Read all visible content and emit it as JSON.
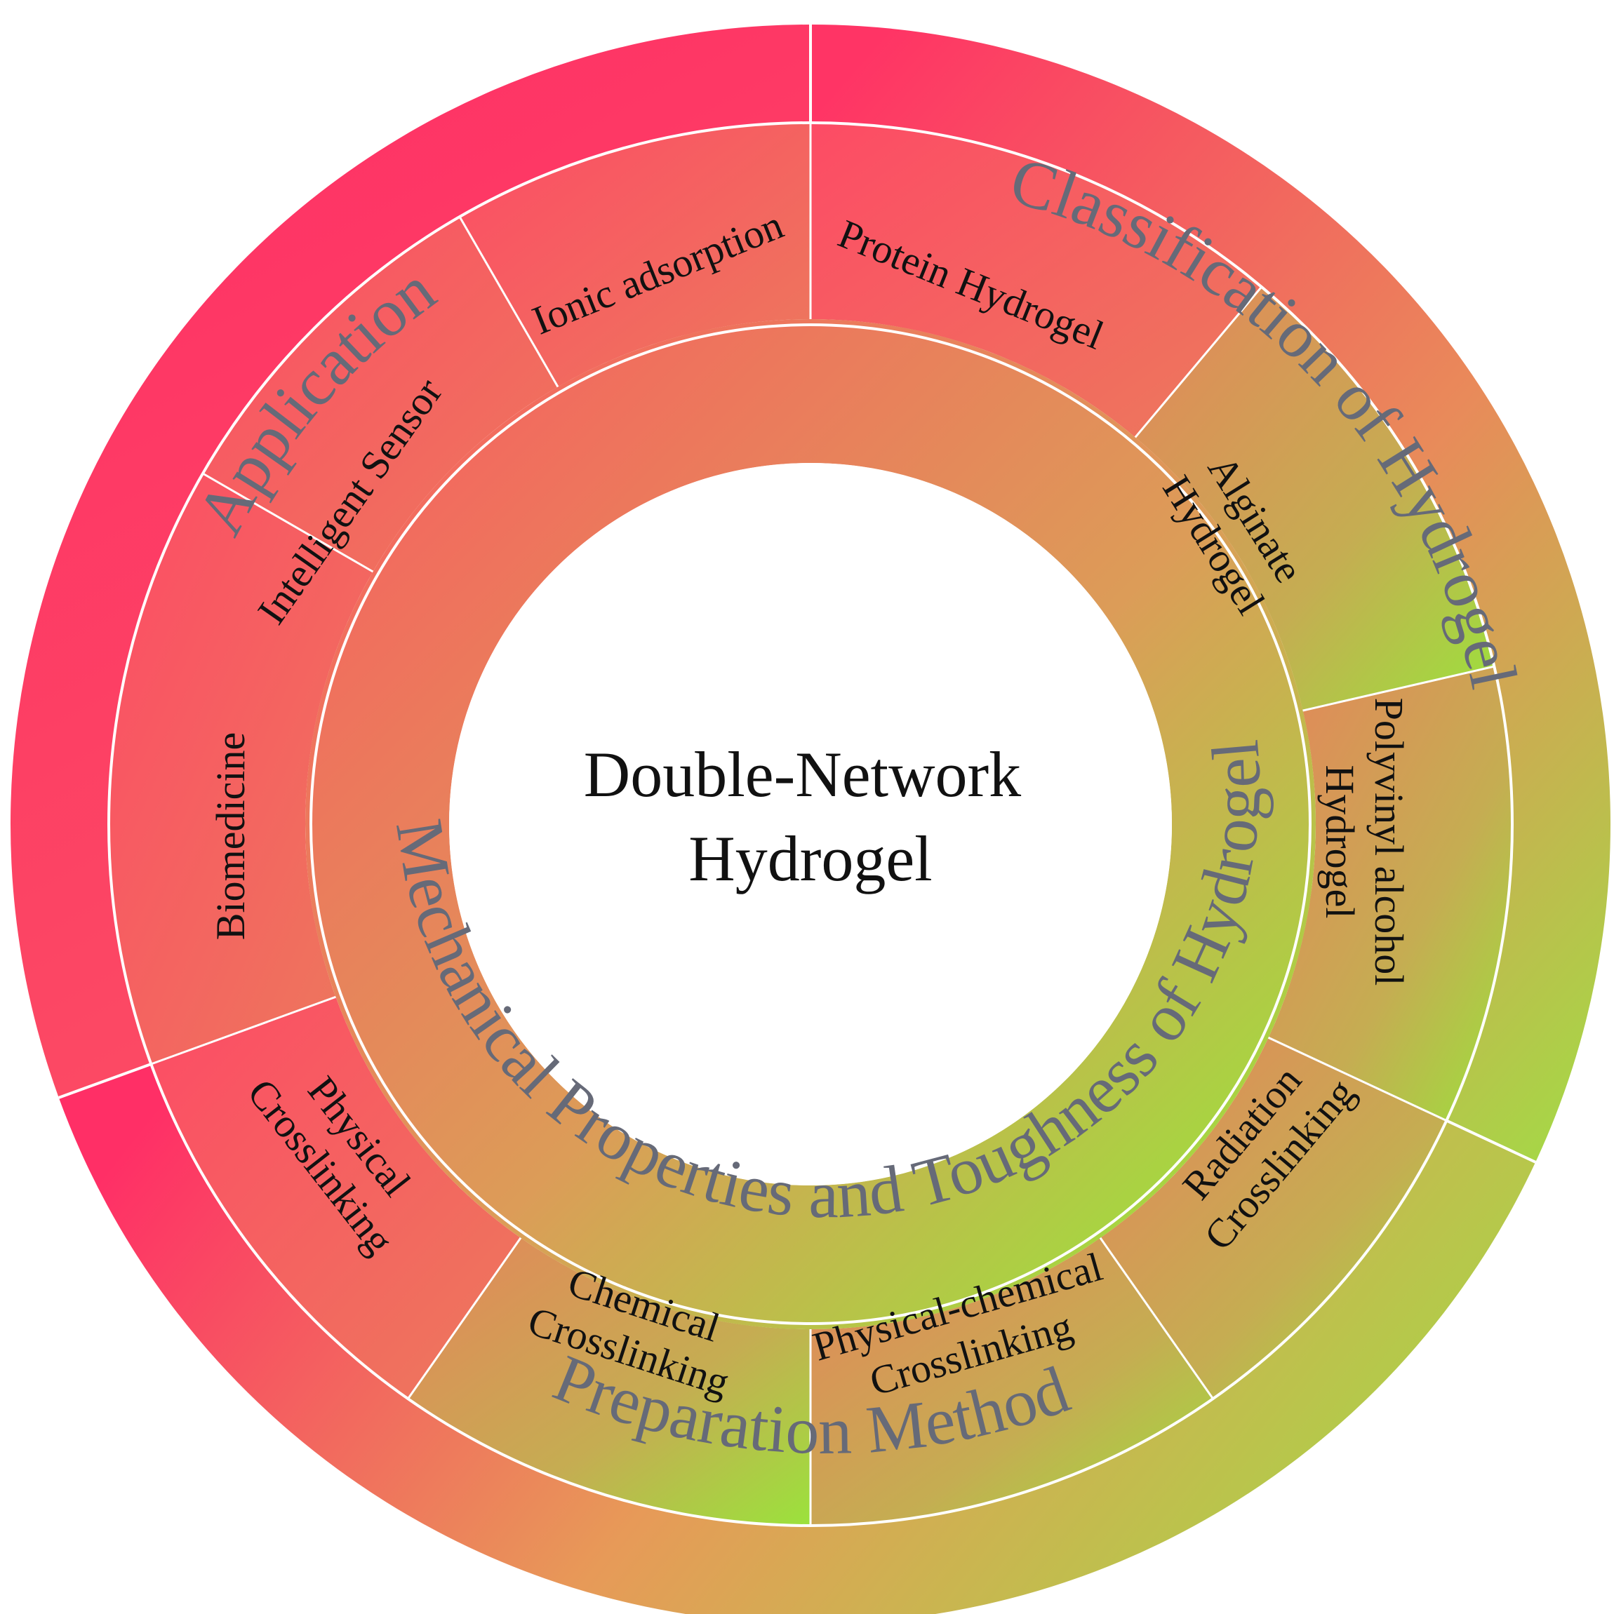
{
  "center": {
    "line1": "Double-Network",
    "line2": "Hydrogel"
  },
  "middle_ring": {
    "label": "Mechanical Properties and Toughness of Hydrogel"
  },
  "categories": {
    "application": {
      "label": "Application"
    },
    "classification": {
      "label": "Classification of Hydrogel"
    },
    "preparation": {
      "label": "Preparation Method"
    }
  },
  "segments": {
    "ionic_adsorption": {
      "lines": [
        "Ionic adsorption"
      ]
    },
    "intelligent_sensor": {
      "lines": [
        "Intelligent Sensor"
      ]
    },
    "biomedicine": {
      "lines": [
        "Biomedicine"
      ]
    },
    "protein_hydrogel": {
      "lines": [
        "Protein  Hydrogel"
      ]
    },
    "alginate_hydrogel": {
      "lines": [
        "Alginate",
        "Hydrogel"
      ]
    },
    "pva_hydrogel": {
      "lines": [
        "Polyvinyl alcohol",
        "Hydrogel"
      ]
    },
    "physical_crosslinking": {
      "lines": [
        "Physical",
        "Crosslinking"
      ]
    },
    "chemical_crosslinking": {
      "lines": [
        "Chemical",
        "Crosslinking"
      ]
    },
    "physical_chemical_crosslinking": {
      "lines": [
        "Physical-chemical",
        "Crosslinking"
      ]
    },
    "radiation_crosslinking": {
      "lines": [
        "Radiation",
        "Crosslinking"
      ]
    }
  },
  "colors": {
    "pink": "#ff2f66",
    "orange": "#e98a5a",
    "olive": "#c7ad50",
    "green": "#9ee03c",
    "divider": "#ffffff",
    "curved_text": "#666a78"
  }
}
